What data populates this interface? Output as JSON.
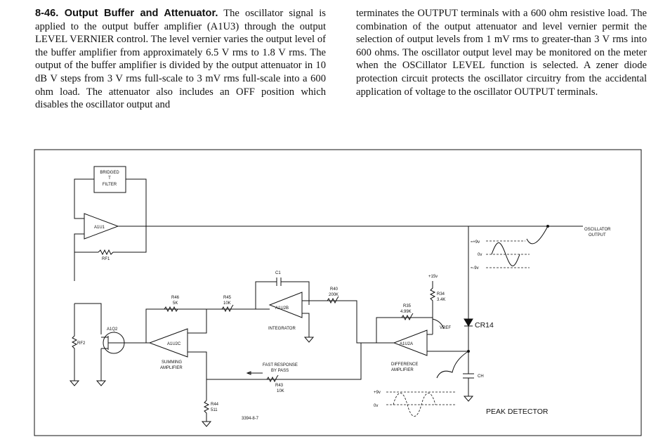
{
  "section": {
    "heading": "8-46. Output Buffer and Attenuator.",
    "para_left": "The oscillator signal is applied to the output buffer amplifier (A1U3) through the output LEVEL VERNIER control. The level vernier varies the output level of the buffer amplifier from approximately 6.5 V rms to 1.8 V rms. The output of the buffer amplifier is divided by the output attenuator in 10 dB V steps from 3 V rms full-scale to 3 mV rms full-scale into a 600 ohm load. The attenuator also includes an OFF position which disables the oscillator output and",
    "para_right": "terminates the OUTPUT terminals with a 600 ohm resistive load. The combination of the output attenuator and level vernier permit the selection of output levels from 1 mV rms to greater-than 3 V rms into 600 ohms. The oscillator output level may be monitored on the meter when the OSCillator LEVEL function is selected. A zener diode protection circuit protects the oscillator circuitry from the accidental application of voltage to the oscillator OUTPUT terminals."
  },
  "figure": {
    "filter_l1": "BRIDGED",
    "filter_l2": "T",
    "filter_l3": "FILTER",
    "a1u1": "A1U1",
    "rf1": "RF1",
    "rf2": "RF2",
    "a1q2": "A1Q2",
    "a1u2c": "A1U2C",
    "summing_l1": "SUMMING",
    "summing_l2": "AMPLIFIER",
    "r46": "R46",
    "r46v": "5K",
    "r45": "R45",
    "r45v": "10K",
    "c1": "C1",
    "a1u2b": "A1U2B",
    "integrator": "INTEGRATOR",
    "r40": "R40",
    "r40v": "200K",
    "r44": "R44",
    "r44v": "511",
    "fast_l1": "FAST RESPONSE",
    "fast_l2": "BY PASS",
    "r43": "R43",
    "r43v": "10K",
    "plus15": "+15v",
    "r34": "R34",
    "r34v": "3.4K",
    "r35": "R35",
    "r35v": "4.99K",
    "vref": "VREF",
    "a1u2a": "A1U2A",
    "diff_l1": "DIFFERENCE",
    "diff_l2": "AMPLIFIER",
    "cr14": "CR14",
    "ch": "CH",
    "osc_l1": "OSCILLATOR",
    "osc_l2": "OUTPUT",
    "wave_top": "≈+9v",
    "wave_mid": "0v",
    "wave_bot": "≈-9v",
    "pk_top": "+9v",
    "pk_mid": "0v",
    "peak": "PEAK DETECTOR",
    "fig_no": "3394-8-7"
  }
}
